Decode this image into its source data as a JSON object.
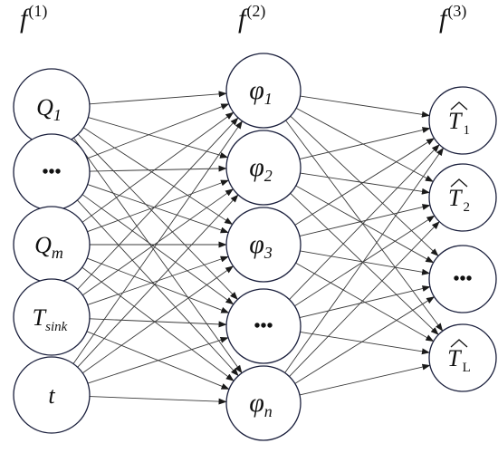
{
  "layers": [
    {
      "label": "f",
      "sup": "(1)",
      "nodes": [
        {
          "main": "Q",
          "sub": "1"
        },
        {
          "main": "•••"
        },
        {
          "main": "Q",
          "sub": "m"
        },
        {
          "main": "T",
          "sub": "sink"
        },
        {
          "main": "t"
        }
      ]
    },
    {
      "label": "f",
      "sup": "(2)",
      "nodes": [
        {
          "main": "φ",
          "sub": "1"
        },
        {
          "main": "φ",
          "sub": "2"
        },
        {
          "main": "φ",
          "sub": "3"
        },
        {
          "main": "•••"
        },
        {
          "main": "φ",
          "sub": "n"
        }
      ]
    },
    {
      "label": "f",
      "sup": "(3)",
      "nodes": [
        {
          "main": "T",
          "sub": "1",
          "hat": true
        },
        {
          "main": "T",
          "sub": "2",
          "hat": true
        },
        {
          "main": "•••"
        },
        {
          "main": "T",
          "sub": "L",
          "hat": true
        }
      ]
    }
  ],
  "colors": {
    "node_stroke": "#1a1f3c",
    "edge": "#3a3a3a"
  }
}
